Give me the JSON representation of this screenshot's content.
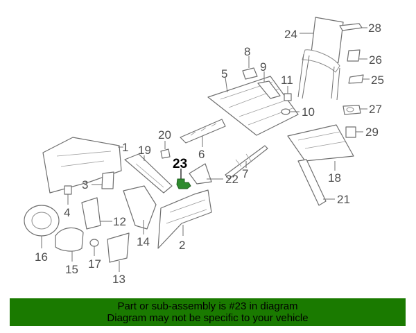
{
  "diagram": {
    "highlight_color": "#2e8b2e",
    "highlighted_callout": "23",
    "callouts": [
      "1",
      "2",
      "3",
      "4",
      "5",
      "6",
      "7",
      "8",
      "9",
      "10",
      "11",
      "12",
      "13",
      "14",
      "15",
      "16",
      "17",
      "18",
      "19",
      "20",
      "21",
      "22",
      "23",
      "24",
      "25",
      "26",
      "27",
      "28",
      "29"
    ]
  },
  "banner": {
    "background": "#1a7a00",
    "line1": "Part or sub-assembly is #23 in diagram",
    "line2": "Diagram may not be specific to your vehicle"
  }
}
